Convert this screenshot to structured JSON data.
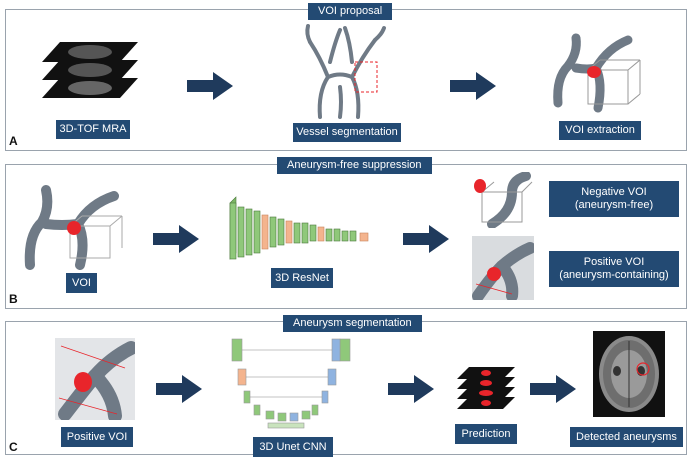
{
  "panels": {
    "a": {
      "title": "VOI proposal",
      "letter": "A",
      "labels": [
        "3D-TOF MRA",
        "Vessel segmentation",
        "VOI extraction"
      ]
    },
    "b": {
      "title": "Aneurysm-free suppression",
      "letter": "B",
      "labels": [
        "VOI",
        "3D ResNet"
      ],
      "negative": [
        "Negative VOI",
        "(aneurysm-free)"
      ],
      "positive": [
        "Positive VOI",
        "(aneurysm-containing)"
      ]
    },
    "c": {
      "title": "Aneurysm segmentation",
      "letter": "C",
      "labels": [
        "Positive VOI",
        "3D Unet CNN",
        "Prediction",
        "Detected aneurysms"
      ]
    }
  },
  "icons": [
    "mra-slices-icon",
    "vessel-tree-icon",
    "voi-cube-icon",
    "resnet-blocks-icon",
    "unet-diagram-icon",
    "prediction-slices-icon",
    "brain-mri-icon",
    "right-arrow-icon"
  ],
  "colors": {
    "label_bg": "#234a73",
    "arrow": "#1f3a5c",
    "aneurysm": "#e8252b",
    "resnet_green": "#8fc87a",
    "resnet_orange": "#f4b48e",
    "unet_blue": "#8fb3e0",
    "vessel": "#6f7a86"
  }
}
